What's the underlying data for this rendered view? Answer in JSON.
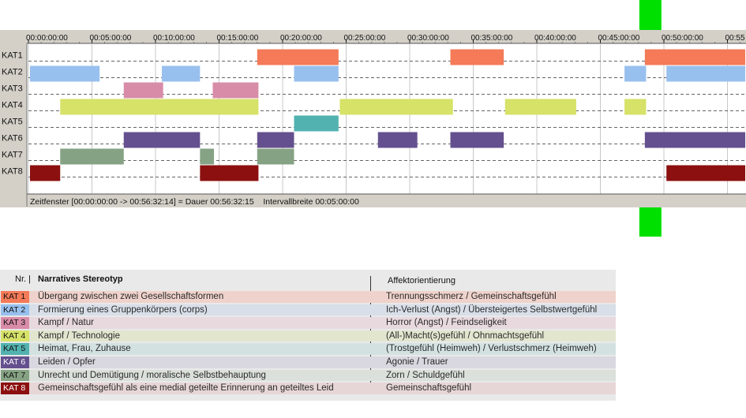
{
  "chart_data": {
    "type": "gantt",
    "time_axis": {
      "start": "00:00:00:00",
      "tick_labels": [
        "00:00:00:00",
        "00:05:00:00",
        "00:10:00:00",
        "00:15:00:00",
        "00:20:00:00",
        "00:25:00:00",
        "00:30:00:00",
        "00:35:00:00",
        "00:40:00:00",
        "00:45:00:00",
        "00:50:00:00",
        "00:55"
      ],
      "tick_minutes": [
        0,
        5,
        10,
        15,
        20,
        25,
        30,
        35,
        40,
        45,
        50,
        55
      ],
      "visible_range_minutes": [
        0,
        56.4
      ],
      "interval_minutes": 5
    },
    "categories": [
      "KAT1",
      "KAT2",
      "KAT3",
      "KAT4",
      "KAT5",
      "KAT6",
      "KAT7",
      "KAT8"
    ],
    "marker_minute": 48.75,
    "segments": [
      {
        "cat": 0,
        "start": 18.0,
        "end": 24.4
      },
      {
        "cat": 0,
        "start": 33.2,
        "end": 37.4
      },
      {
        "cat": 0,
        "start": 48.5,
        "end": 56.4
      },
      {
        "cat": 1,
        "start": 0.0,
        "end": 5.6
      },
      {
        "cat": 1,
        "start": 10.5,
        "end": 13.5
      },
      {
        "cat": 1,
        "start": 20.9,
        "end": 24.4
      },
      {
        "cat": 1,
        "start": 46.9,
        "end": 48.6
      },
      {
        "cat": 1,
        "start": 50.2,
        "end": 56.4
      },
      {
        "cat": 2,
        "start": 7.5,
        "end": 10.6
      },
      {
        "cat": 2,
        "start": 14.5,
        "end": 18.1
      },
      {
        "cat": 3,
        "start": 2.5,
        "end": 18.1
      },
      {
        "cat": 3,
        "start": 24.5,
        "end": 33.4
      },
      {
        "cat": 3,
        "start": 37.5,
        "end": 43.1
      },
      {
        "cat": 3,
        "start": 46.9,
        "end": 48.6
      },
      {
        "cat": 4,
        "start": 20.9,
        "end": 24.4
      },
      {
        "cat": 5,
        "start": 7.5,
        "end": 13.5
      },
      {
        "cat": 5,
        "start": 18.0,
        "end": 20.9
      },
      {
        "cat": 5,
        "start": 27.5,
        "end": 30.6
      },
      {
        "cat": 5,
        "start": 33.2,
        "end": 37.4
      },
      {
        "cat": 5,
        "start": 48.5,
        "end": 56.4
      },
      {
        "cat": 6,
        "start": 2.5,
        "end": 7.5
      },
      {
        "cat": 6,
        "start": 13.5,
        "end": 14.6
      },
      {
        "cat": 6,
        "start": 18.0,
        "end": 20.9
      },
      {
        "cat": 7,
        "start": 0.0,
        "end": 2.5
      },
      {
        "cat": 7,
        "start": 13.5,
        "end": 18.1
      },
      {
        "cat": 7,
        "start": 50.2,
        "end": 56.4
      }
    ],
    "status_text": "Zeitfenster [00:00:00:00 -> 00:56:32:14] = Dauer 00:56:32:15    Intervallbreite 00:05:00:00",
    "colors": {
      "frame_bg": "#d4d0c8",
      "grid": "#c8c8c8",
      "marker": "#00e000",
      "categories": [
        "#f47a58",
        "#98c0ee",
        "#d88ca8",
        "#d6e268",
        "#52b2b0",
        "#64508e",
        "#86a284",
        "#8c1010"
      ]
    }
  },
  "legend": {
    "header_nr": "Nr. |",
    "header_stereotype": "Narratives Stereotyp",
    "header_affekt": "Affektorientierung",
    "rows": [
      {
        "badge": "KAT 1",
        "stereotype": "Übergang zwischen zwei Gesellschaftsformen",
        "affekt": "Trennungsschmerz / Gemeinschaftsgefühl",
        "badge_color": "#f47a58",
        "band_color": "#efd2cb"
      },
      {
        "badge": "KAT 2",
        "stereotype": "Formierung eines Gruppenkörpers (corps)",
        "affekt": "Ich-Verlust (Angst) / Übersteigertes Selbstwertgefühl",
        "badge_color": "#98c0ee",
        "band_color": "#d8dfe8"
      },
      {
        "badge": "KAT 3",
        "stereotype": "Kampf / Natur",
        "affekt": "Horror (Angst) / Feindseligkeit",
        "badge_color": "#d88ca8",
        "band_color": "#e8d9df"
      },
      {
        "badge": "KAT 4",
        "stereotype": "Kampf / Technologie",
        "affekt": "(All-)Macht(s)gefühl / Ohnmachtsgefühl",
        "badge_color": "#d6e268",
        "band_color": "#e3e6cf"
      },
      {
        "badge": "KAT 5",
        "stereotype": "Heimat, Frau, Zuhause",
        "affekt": "(Trostgefühl (Heimweh) / Verlustschmerz (Heimweh)",
        "badge_color": "#52b2b0",
        "band_color": "#d3e2e1"
      },
      {
        "badge": "KAT 6",
        "stereotype": "Leiden / Opfer",
        "affekt": "Agonie / Trauer",
        "badge_color": "#64508e",
        "band_color": "#d9d7df"
      },
      {
        "badge": "KAT 7",
        "stereotype": "Unrecht und Demütigung / moralische Selbstbehauptung",
        "affekt": "Zorn / Schuldgefühl",
        "badge_color": "#86a284",
        "band_color": "#dbe0da"
      },
      {
        "badge": "KAT 8",
        "stereotype": "Gemeinschaftsgefühl als eine medial geteilte Erinnerung an geteiltes Leid",
        "affekt": "Gemeinschaftsgefühl",
        "badge_color": "#8c1010",
        "band_color": "#e7d6d6"
      }
    ]
  }
}
